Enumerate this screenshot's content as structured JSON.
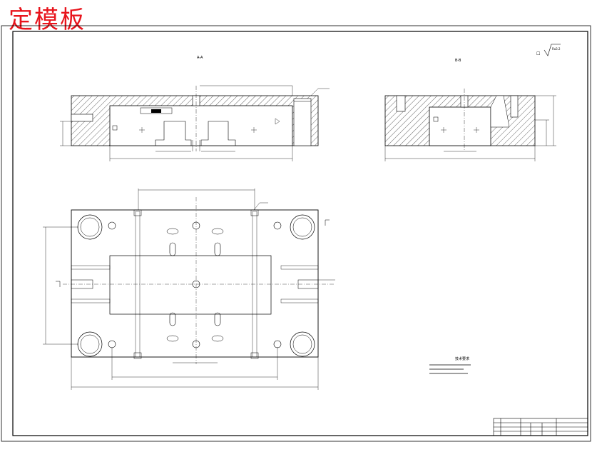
{
  "stamp": "定模板",
  "views": {
    "section_aa": "A-A",
    "section_bb": "B-B"
  },
  "surface_finish": "Ra3.2",
  "tech_requirements_title": "技术要求"
}
